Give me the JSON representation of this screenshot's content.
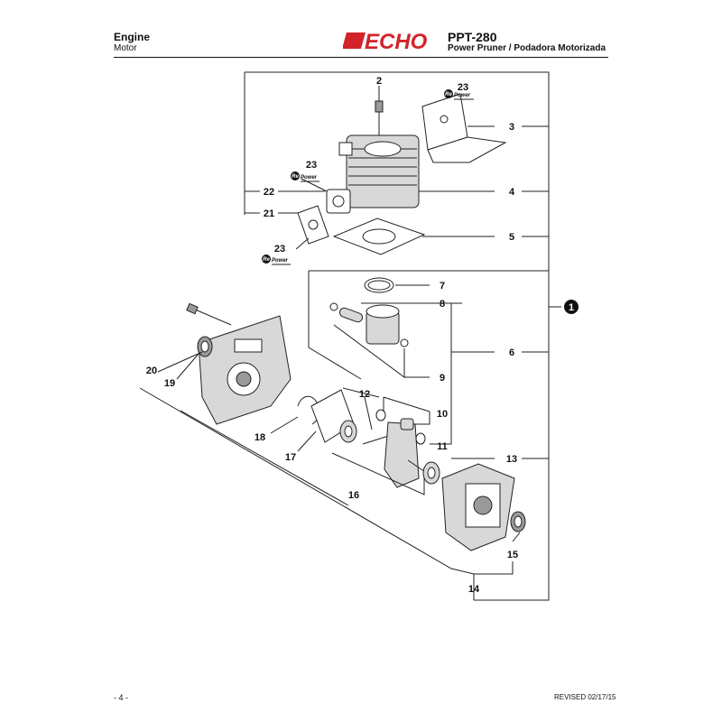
{
  "header": {
    "title": "Engine",
    "subtitle": "Motor",
    "brand": "ECHO",
    "model": "PPT-280",
    "description": "Power Pruner / Podadora Motorizada"
  },
  "footer": {
    "page": "- 4 -",
    "revised": "REVISED 02/17/15"
  },
  "repower_label": {
    "re": "Re",
    "power": "Power"
  },
  "callouts": {
    "c1": "1",
    "c2": "2",
    "c3": "3",
    "c4": "4",
    "c5": "5",
    "c6": "6",
    "c7": "7",
    "c8": "8",
    "c9": "9",
    "c10": "10",
    "c11": "11",
    "c12": "12",
    "c13": "13",
    "c14": "14",
    "c15": "15",
    "c16": "16",
    "c17": "17",
    "c18": "18",
    "c19": "19",
    "c20": "20",
    "c21": "21",
    "c22": "22",
    "c23": "23"
  },
  "colors": {
    "line": "#222222",
    "logo_red": "#d2232a"
  }
}
